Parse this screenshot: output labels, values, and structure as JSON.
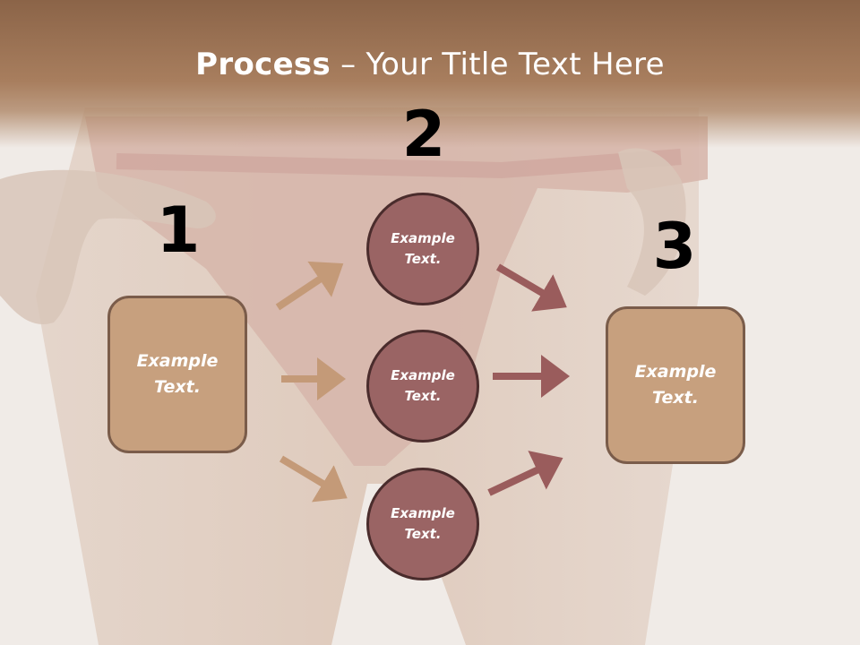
{
  "title": {
    "bold": "Process",
    "rest": " – Your Title Text Here"
  },
  "steps": [
    "1",
    "2",
    "3"
  ],
  "boxes": {
    "left": "Example\nText.",
    "right": "Example\nText."
  },
  "circles": [
    "Example\nText.",
    "Example\nText.",
    "Example\nText."
  ],
  "colors": {
    "box_fill": "#c7a07e",
    "box_border": "#7a5c4a",
    "circle_fill": "#9a6464",
    "circle_border": "#4a2c2c",
    "arrow_tan": "#c49a78",
    "arrow_rose": "#9a5c5c"
  }
}
